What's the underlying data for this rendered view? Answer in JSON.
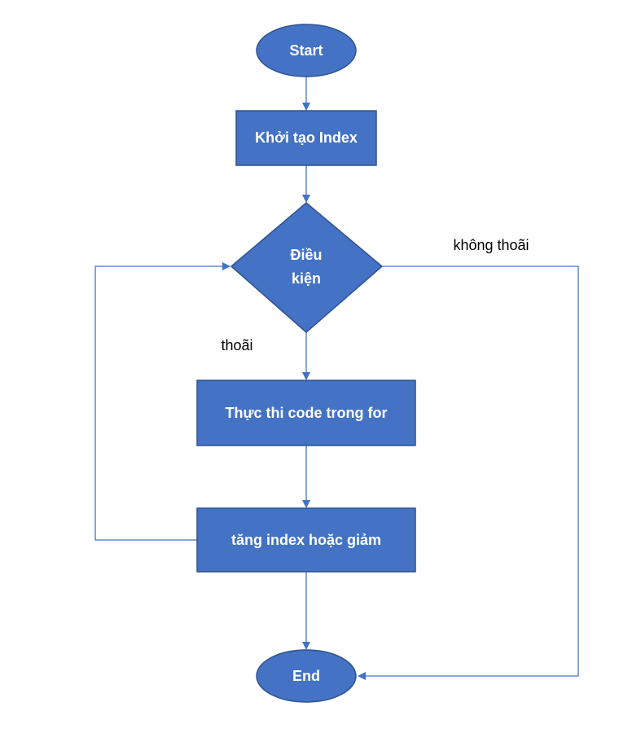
{
  "diagram": {
    "nodes": {
      "start": {
        "label": "Start"
      },
      "init": {
        "label": "Khởi tạo Index"
      },
      "condition": {
        "label_line1": "Điều",
        "label_line2": "kiện"
      },
      "execute": {
        "label": "Thực thi code trong for"
      },
      "update": {
        "label": "tăng index hoặc giảm"
      },
      "end": {
        "label": "End"
      }
    },
    "edges": {
      "condition_true": {
        "label": "thoãi"
      },
      "condition_false": {
        "label": "không thoãi"
      }
    },
    "colors": {
      "node_fill": "#4472c4",
      "node_border": "#2f528f",
      "connector": "#4472c4",
      "node_text": "#ffffff",
      "edge_text": "#000000"
    }
  }
}
